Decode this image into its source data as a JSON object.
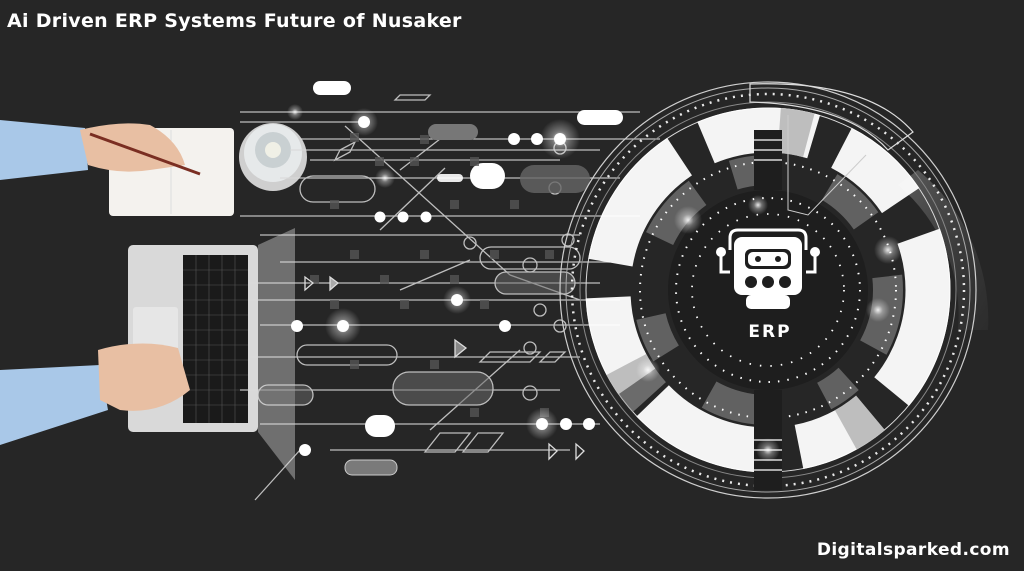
{
  "header": {
    "title": "Ai Driven ERP Systems Future of Nusaker"
  },
  "illustration": {
    "hub_label": "ERP",
    "hub_icon": "robot-icon",
    "elements": [
      "notebook",
      "pencil",
      "succulent-plant",
      "laptop",
      "hands",
      "circuit-lines",
      "circular-hud"
    ]
  },
  "footer": {
    "watermark": "Digitalsparked.com"
  },
  "colors": {
    "background": "#262626",
    "foreground": "#ffffff",
    "shirt": "#a9c8e8",
    "skin": "#e8bfa3",
    "laptop": "#d9d9d9"
  }
}
